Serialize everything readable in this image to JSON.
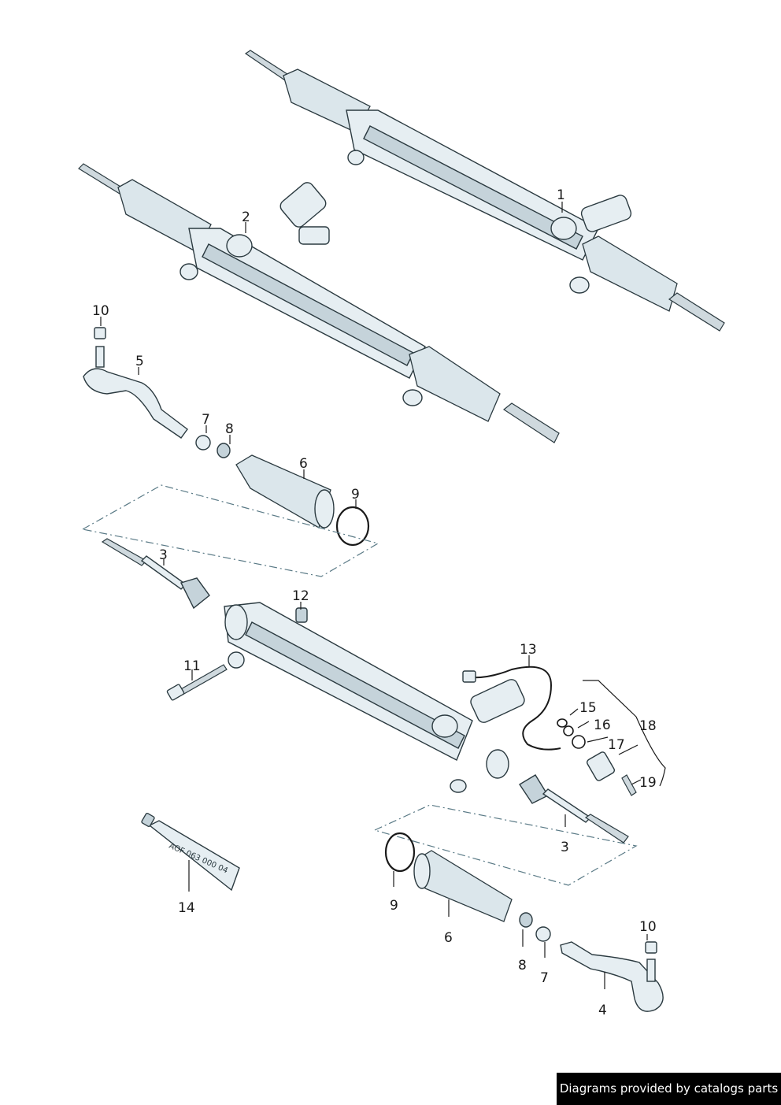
{
  "callouts": {
    "c1": "1",
    "c2": "2",
    "c3a": "3",
    "c3b": "3",
    "c4": "4",
    "c5": "5",
    "c6a": "6",
    "c6b": "6",
    "c7a": "7",
    "c7b": "7",
    "c8a": "8",
    "c8b": "8",
    "c9a": "9",
    "c9b": "9",
    "c10a": "10",
    "c10b": "10",
    "c11": "11",
    "c12": "12",
    "c13": "13",
    "c14": "14",
    "c15": "15",
    "c16": "16",
    "c17": "17",
    "c18": "18",
    "c19": "19"
  },
  "tube_label": "AOF 063 000 04",
  "credit": "Diagrams provided by catalogs parts",
  "colors": {
    "part_fill": "#e6eef2",
    "outline": "#2b3a40",
    "dash": "#5a7a86"
  }
}
